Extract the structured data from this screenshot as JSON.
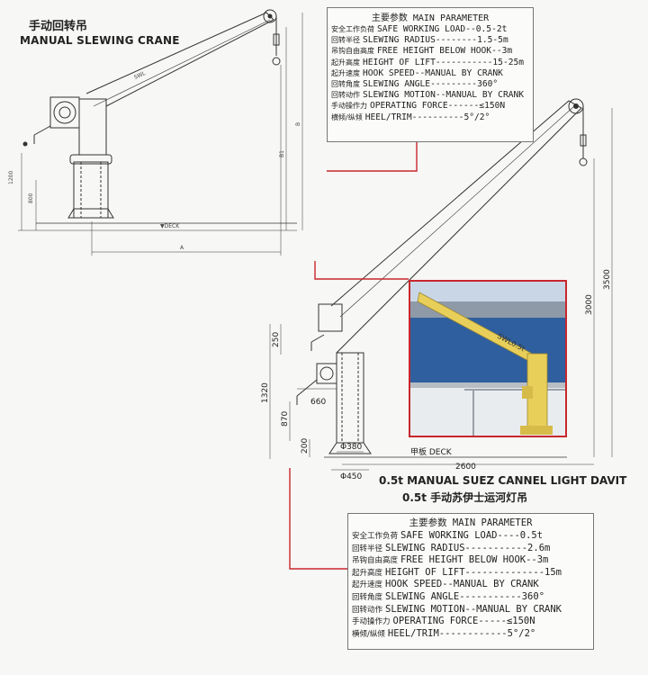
{
  "crane1": {
    "title_cn": "手动回转吊",
    "title_en": "MANUAL SLEWING CRANE",
    "boom_label": "SWL",
    "deck_label": "▼DECK",
    "dims": {
      "h1200": "1200",
      "h800": "800",
      "h_b1": "B1",
      "h_b": "B",
      "w_a": "A"
    }
  },
  "params1": {
    "header": "主要参数 MAIN PARAMETER",
    "rows": [
      {
        "cn": "安全工作负荷",
        "en": "SAFE WORKING LOAD--0.5-2t"
      },
      {
        "cn": "回转半径",
        "en": "SLEWING RADIUS--------1.5-5m"
      },
      {
        "cn": "吊钩自由高度",
        "en": "FREE HEIGHT BELOW HOOK--3m"
      },
      {
        "cn": "起升高度",
        "en": "HEIGHT OF LIFT-----------15-25m"
      },
      {
        "cn": "起升速度",
        "en": "HOOK SPEED--MANUAL BY CRANK"
      },
      {
        "cn": "回转角度",
        "en": "SLEWING ANGLE---------360°"
      },
      {
        "cn": "回转动作",
        "en": "SLEWING MOTION--MANUAL BY CRANK"
      },
      {
        "cn": "手动操作力",
        "en": "OPERATING FORCE------≤150N"
      },
      {
        "cn": "横倾/纵倾",
        "en": "HEEL/TRIM----------5°/2°"
      }
    ]
  },
  "davit": {
    "caption_en": "0.5t MANUAL SUEZ CANNEL LIGHT DAVIT",
    "caption_cn": "0.5t 手动苏伊士运河灯吊",
    "deck_label": "甲板 DECK",
    "photo_boom_label": "SWL0.5t",
    "dims": {
      "d250": "250",
      "d1320": "1320",
      "d870": "870",
      "d200": "200",
      "d660": "660",
      "d380": "Φ380",
      "d450": "Φ450",
      "d2600": "2600",
      "d3000": "3000",
      "d3500": "3500"
    }
  },
  "params2": {
    "header": "主要参数 MAIN PARAMETER",
    "rows": [
      {
        "cn": "安全工作负荷",
        "en": "SAFE WORKING LOAD----0.5t"
      },
      {
        "cn": "回转半径",
        "en": "SLEWING RADIUS-----------2.6m"
      },
      {
        "cn": "吊钩自由高度",
        "en": "FREE HEIGHT BELOW HOOK--3m"
      },
      {
        "cn": "起升高度",
        "en": "HEIGHT OF LIFT--------------15m"
      },
      {
        "cn": "起升速度",
        "en": "HOOK SPEED--MANUAL BY CRANK"
      },
      {
        "cn": "回转角度",
        "en": "SLEWING ANGLE-----------360°"
      },
      {
        "cn": "回转动作",
        "en": "SLEWING MOTION--MANUAL BY CRANK"
      },
      {
        "cn": "手动操作力",
        "en": "OPERATING FORCE-----≤150N"
      },
      {
        "cn": "横倾/纵倾",
        "en": "HEEL/TRIM------------5°/2°"
      }
    ]
  },
  "colors": {
    "accent_red": "#c8272d",
    "line": "#333333",
    "photo_yellow": "#e8cf5a",
    "photo_blue": "#2f5f9e"
  }
}
